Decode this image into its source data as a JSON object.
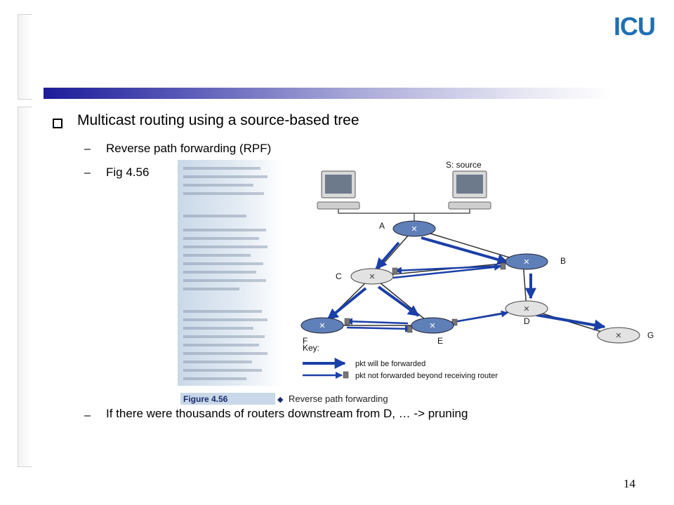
{
  "logo": "ICU",
  "bullet_main": "Multicast routing using a source-based tree",
  "sub_items": [
    "Reverse path forwarding (RPF)",
    "Fig 4.56",
    "If there were thousands of routers downstream from D, … -> pruning"
  ],
  "page_number": "14",
  "figure": {
    "source_label": "S: source",
    "routers": [
      "A",
      "B",
      "C",
      "D",
      "E",
      "F",
      "G"
    ],
    "key_title": "Key:",
    "key_forwarded": "pkt will be forwarded",
    "key_not_forwarded": "pkt not forwarded beyond receiving router",
    "caption_number": "Figure 4.56",
    "caption_text": "Reverse path forwarding"
  },
  "colors": {
    "arrow_blue": "#1a3fa8",
    "logo_blue": "#1f6fb5"
  }
}
